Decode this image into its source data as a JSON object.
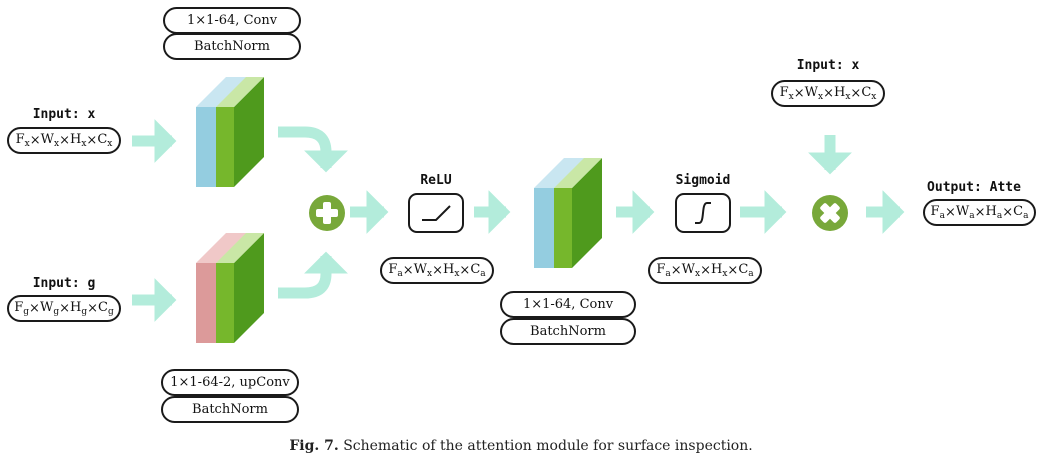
{
  "caption": {
    "label": "Fig. 7.",
    "text": "Schematic of the attention module for surface inspection."
  },
  "input_x": {
    "label": "Input: x",
    "dims": [
      [
        "F",
        "x"
      ],
      [
        "W",
        "x"
      ],
      [
        "H",
        "x"
      ],
      [
        "C",
        "x"
      ]
    ]
  },
  "input_g": {
    "label": "Input: g",
    "dims": [
      [
        "F",
        "g"
      ],
      [
        "W",
        "g"
      ],
      [
        "H",
        "g"
      ],
      [
        "C",
        "g"
      ]
    ]
  },
  "conv_x": {
    "op": "1×1-64, Conv",
    "norm": "BatchNorm"
  },
  "conv_g": {
    "op": "1×1-64-2, upConv",
    "norm": "BatchNorm"
  },
  "relu": {
    "label": "ReLU",
    "dims": [
      [
        "F",
        "a"
      ],
      [
        "W",
        "x"
      ],
      [
        "H",
        "x"
      ],
      [
        "C",
        "a"
      ]
    ]
  },
  "conv_mid": {
    "op": "1×1-64, Conv",
    "norm": "BatchNorm"
  },
  "sigmoid": {
    "label": "Sigmoid",
    "dims": [
      [
        "F",
        "a"
      ],
      [
        "W",
        "x"
      ],
      [
        "H",
        "x"
      ],
      [
        "C",
        "a"
      ]
    ]
  },
  "input_x2": {
    "label": "Input: x",
    "dims": [
      [
        "F",
        "x"
      ],
      [
        "W",
        "x"
      ],
      [
        "H",
        "x"
      ],
      [
        "C",
        "x"
      ]
    ]
  },
  "output": {
    "label": "Output: Atte",
    "dims": [
      [
        "F",
        "a"
      ],
      [
        "W",
        "a"
      ],
      [
        "H",
        "a"
      ],
      [
        "C",
        "a"
      ]
    ]
  },
  "colors": {
    "arrow": "#b3ecdb",
    "circle": "#78a83a",
    "green_face": "#76b72c",
    "green_top": "#c9e7a6",
    "blue_slab": "#94cde0",
    "blue_top": "#c9e6f1",
    "pink_slab": "#dc9a9a",
    "pink_top": "#f0c8c8"
  }
}
